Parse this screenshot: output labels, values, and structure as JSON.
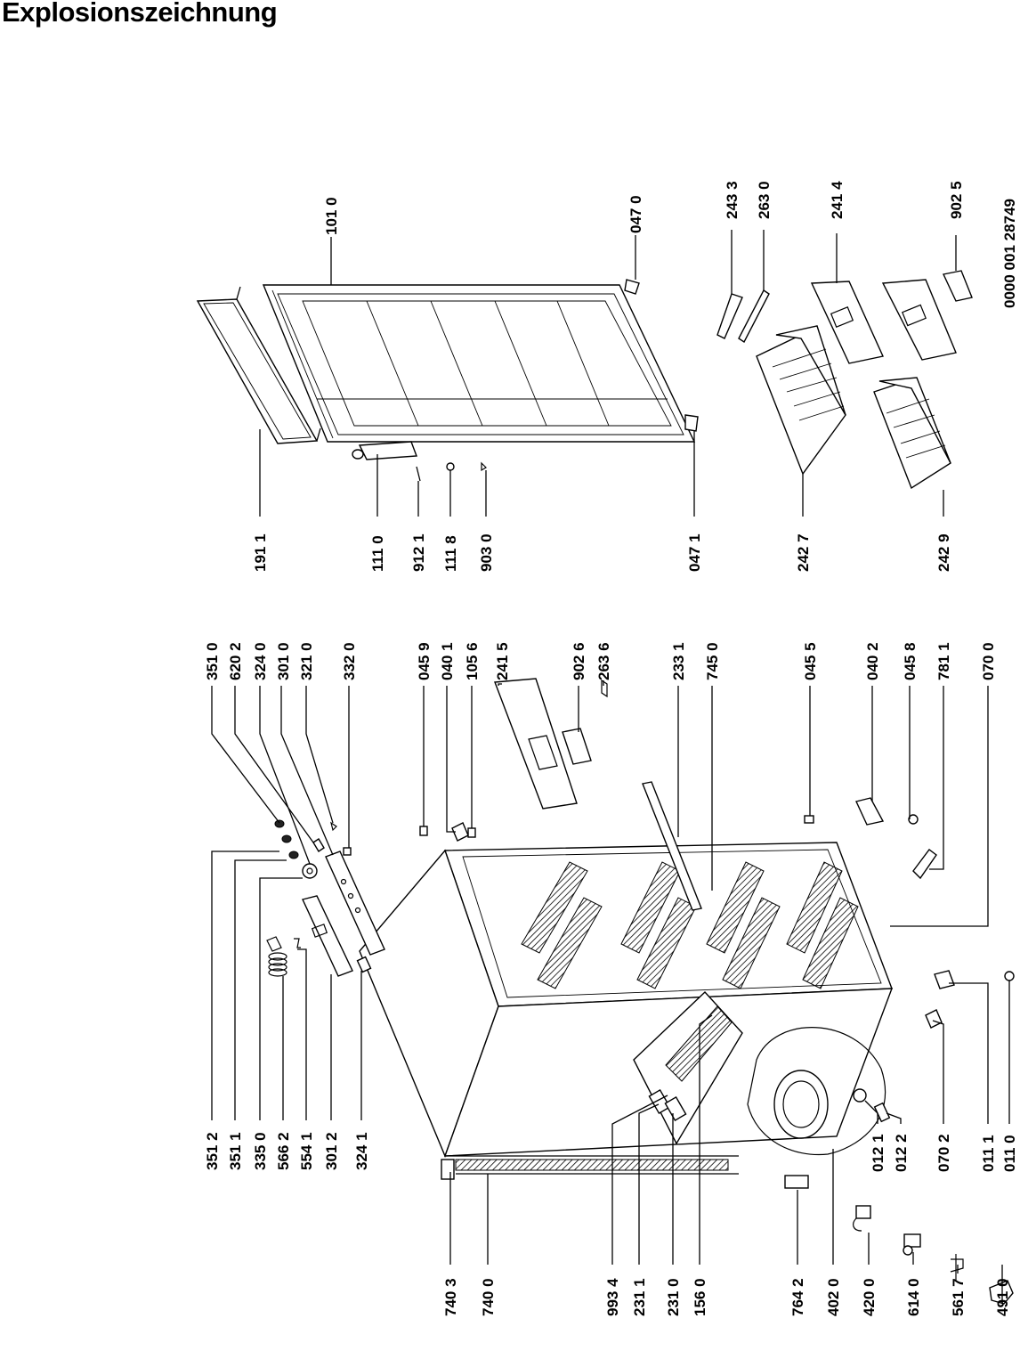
{
  "title": "Explosionszeichnung",
  "doc_number": "0000 001 28749",
  "callouts": {
    "c1010": "101 0",
    "c0470": "047 0",
    "c2433": "243 3",
    "c2630": "263 0",
    "c2414": "241 4",
    "c9025": "902 5",
    "c1911": "191 1",
    "c1110": "111 0",
    "c9121": "912 1",
    "c1118": "111 8",
    "c9030": "903 0",
    "c0471": "047 1",
    "c2427": "242 7",
    "c2429": "242 9",
    "c3510": "351 0",
    "c6202": "620 2",
    "c3240": "324 0",
    "c3010": "301 0",
    "c3210": "321 0",
    "c3320": "332 0",
    "c0459": "045 9",
    "c0401": "040 1",
    "c1056": "105 6",
    "c2415": "241 5",
    "c9026": "902 6",
    "c2636": "263 6",
    "c2331": "233 1",
    "c7450": "745 0",
    "c0455": "045 5",
    "c0402": "040 2",
    "c0458": "045 8",
    "c7811": "781 1",
    "c0700": "070 0",
    "c3512": "351 2",
    "c3511": "351 1",
    "c3350": "335 0",
    "c5662": "566 2",
    "c5541": "554 1",
    "c3012": "301 2",
    "c3241": "324 1",
    "c0121": "012 1",
    "c0122": "012 2",
    "c0702": "070 2",
    "c0111": "011 1",
    "c0110": "011 0",
    "c7403": "740 3",
    "c7400": "740 0",
    "c9934": "993 4",
    "c2311": "231 1",
    "c2310": "231 0",
    "c1560": "156 0",
    "c7642": "764 2",
    "c4020": "402 0",
    "c4200": "420 0",
    "c6140": "614 0",
    "c5617": "561 7",
    "c4910": "491 0"
  }
}
